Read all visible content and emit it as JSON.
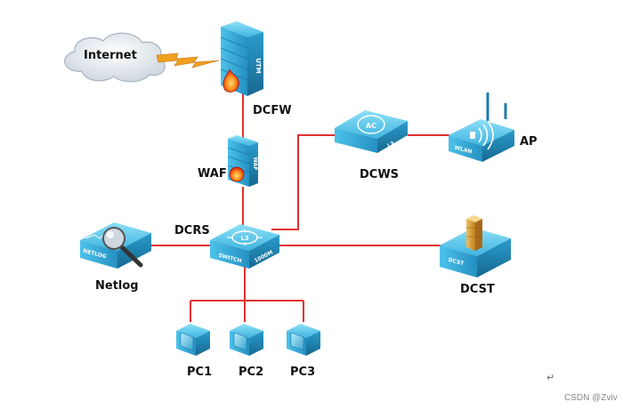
{
  "nodes": {
    "internet": "Internet",
    "dcfw": "DCFW",
    "dcfw_device_text": "UTM",
    "waf": "WAF",
    "waf_device_text": "WAF",
    "dcrs": "DCRS",
    "dcrs_device_text_1": "L3",
    "dcrs_device_text_2": "SWITCH",
    "dcrs_device_text_3": "1000M",
    "dcws": "DCWS",
    "dcws_device_text_1": "AC",
    "dcws_device_text_2": "L3",
    "ap": "AP",
    "ap_device_text": "WLAN",
    "netlog": "Netlog",
    "netlog_device_text": "NETLOG",
    "dcst": "DCST",
    "dcst_device_text": "DCST",
    "pc1": "PC1",
    "pc2": "PC2",
    "pc3": "PC3"
  },
  "colors": {
    "link": "#e03030",
    "device_light": "#6ad0ec",
    "device_mid": "#2ea6d4",
    "device_dark": "#1b6f9a",
    "lightning": "#f0a020"
  },
  "watermark": "CSDN @Zviv",
  "paragraph_mark": "↵"
}
